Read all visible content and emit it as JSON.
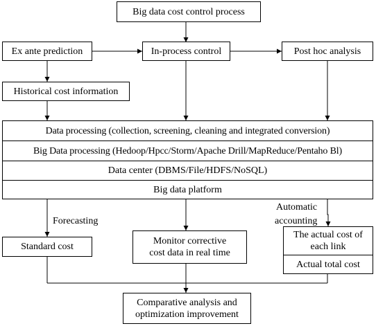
{
  "diagram": {
    "title": "Big data cost control process",
    "stages": {
      "ex_ante": "Ex ante prediction",
      "in_process": "In-process control",
      "post_hoc": "Post hoc analysis"
    },
    "historical": "Historical cost information",
    "layers": {
      "data_processing": "Data processing (collection, screening, cleaning and integrated conversion)",
      "big_data_processing": "Big Data processing (Hedoop/Hpcc/Storm/Apache Drill/MapReduce/Pentaho Bl)",
      "data_center": "Data center (DBMS/File/HDFS/NoSQL)",
      "platform": "Big data platform"
    },
    "edge_labels": {
      "forecasting": "Forecasting",
      "automatic_accounting": [
        "Automatic",
        "accounting"
      ]
    },
    "outputs": {
      "standard_cost": "Standard cost",
      "monitor": [
        "Monitor corrective",
        "cost data in real time"
      ],
      "actual_link": [
        "The actual cost of",
        "each link"
      ],
      "actual_total": "Actual total cost"
    },
    "result": [
      "Comparative analysis and",
      "optimization improvement"
    ]
  }
}
